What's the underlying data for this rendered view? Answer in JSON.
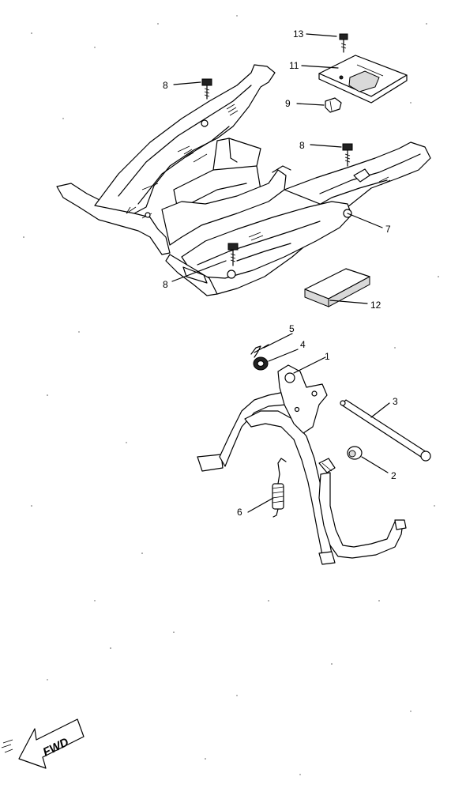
{
  "callouts": [
    {
      "id": "13",
      "label": "13"
    },
    {
      "id": "11",
      "label": "11"
    },
    {
      "id": "9",
      "label": "9"
    },
    {
      "id": "8a",
      "label": "8"
    },
    {
      "id": "8b",
      "label": "8"
    },
    {
      "id": "8c",
      "label": "8"
    },
    {
      "id": "7",
      "label": "7"
    },
    {
      "id": "12",
      "label": "12"
    },
    {
      "id": "5",
      "label": "5"
    },
    {
      "id": "4",
      "label": "4"
    },
    {
      "id": "1",
      "label": "1"
    },
    {
      "id": "3",
      "label": "3"
    },
    {
      "id": "2",
      "label": "2"
    },
    {
      "id": "6",
      "label": "6"
    }
  ],
  "direction_badge": {
    "label": "FWD"
  }
}
